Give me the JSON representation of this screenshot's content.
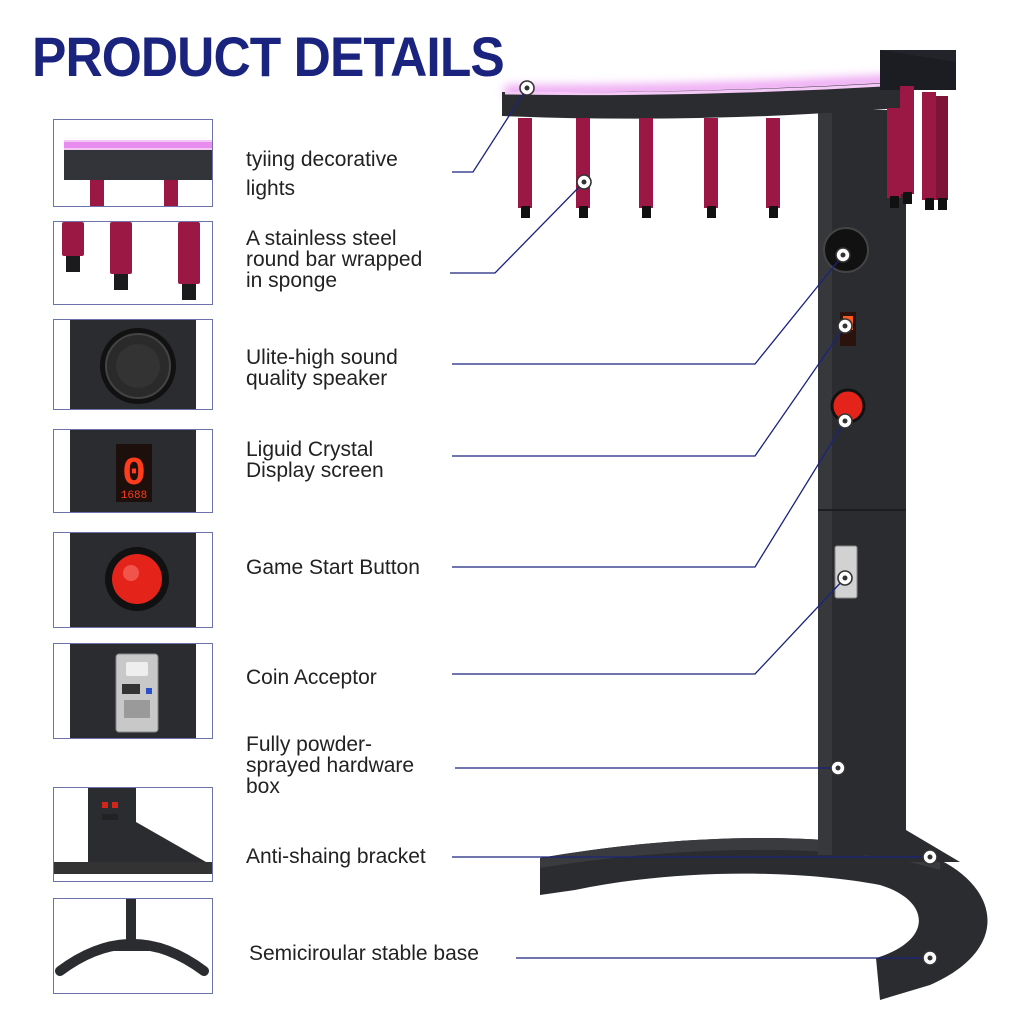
{
  "header": {
    "title": "PRODUCT DETAILS"
  },
  "features": [
    {
      "label": "tyiing decorative\nlights",
      "icon": "led-light-bar-icon"
    },
    {
      "label": "A stainless steel\nround bar wrapped\nin sponge",
      "icon": "sponge-bar-icon"
    },
    {
      "label": "Ulite-high sound\nquality speaker",
      "icon": "speaker-icon"
    },
    {
      "label": "Liguid Crystal\nDisplay screen",
      "icon": "led-display-icon"
    },
    {
      "label": "Game Start Button",
      "icon": "start-button-icon"
    },
    {
      "label": "Coin Acceptor",
      "icon": "coin-acceptor-icon"
    },
    {
      "label": "Fully powder-\nsprayed hardware\nbox",
      "icon": "hardware-box-icon"
    },
    {
      "label": "Anti-shaing bracket",
      "icon": "bracket-icon"
    },
    {
      "label": "Semiciroular stable base",
      "icon": "base-icon"
    }
  ],
  "display": {
    "digit": "0",
    "counter": "1688"
  },
  "colors": {
    "title": "#1a237e",
    "cabinet": "#2b2c2f",
    "sponge": "#9b1845",
    "led_glow": "#e88cf0",
    "button_red": "#e4241b",
    "display_red": "#ff3c1c",
    "leader_line": "#1a237e"
  }
}
